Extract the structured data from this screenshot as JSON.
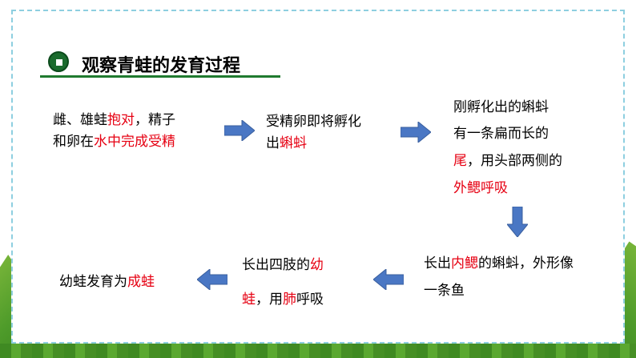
{
  "title": "观察青蛙的发育过程",
  "colors": {
    "accent_red": "#e60012",
    "arrow_blue": "#4a77c4",
    "title_green": "#1f7a2f"
  },
  "steps": {
    "s1": {
      "l1a": "雌、雄蛙",
      "l1b": "抱对",
      "l1c": "，精子",
      "l2a": "和卵在",
      "l2b": "水中完成受精"
    },
    "s2": {
      "l1": "受精卵即将孵化",
      "l2a": "出",
      "l2b": "蝌蚪"
    },
    "s3": {
      "l1": "刚孵化出的蝌蚪",
      "l2": "有一条扁而长的",
      "l3a": "尾",
      "l3b": "，用头部两侧的",
      "l4": "外鳃呼吸"
    },
    "s4": {
      "l1a": "长出",
      "l1b": "内鳃",
      "l1c": "的蝌蚪，外形像",
      "l2": "一条鱼"
    },
    "s5": {
      "l1a": "长出四肢的",
      "l1b": "幼",
      "l2a": "蛙",
      "l2b": "，用",
      "l2c": "肺",
      "l2d": "呼吸"
    },
    "s6": {
      "a": "幼蛙发育为",
      "b": "成蛙"
    }
  }
}
